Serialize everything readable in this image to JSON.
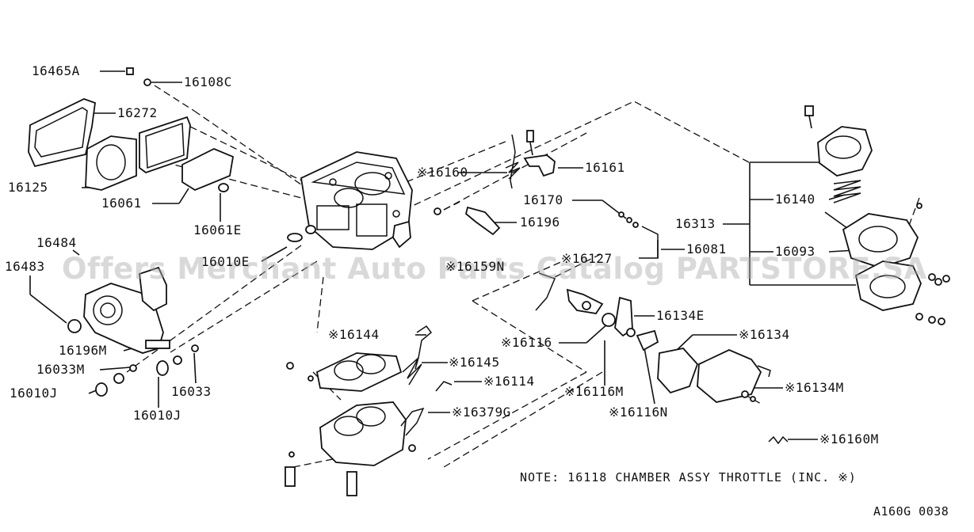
{
  "labels": {
    "p16465A": "16465A",
    "p16108C": "16108C",
    "p16272": "16272",
    "p16125": "16125",
    "p16061": "16061",
    "p16061E": "16061E",
    "p16484": "16484",
    "p16483": "16483",
    "p16010E": "16010E",
    "p16196M": "16196M",
    "p16033M": "16033M",
    "p16010J_a": "16010J",
    "p16010J_b": "16010J",
    "p16033": "16033",
    "p16160": "※16160",
    "p16161": "16161",
    "p16170": "16170",
    "p16196": "16196",
    "p16081": "16081",
    "p16140": "16140",
    "p16313": "16313",
    "p16093": "16093",
    "p16159N": "※16159N",
    "p16127": "※16127",
    "p16134E": "16134E",
    "p16116": "※16116",
    "p16134": "※16134",
    "p16144": "※16144",
    "p16145": "※16145",
    "p16114": "※16114",
    "p16116M": "※16116M",
    "p16134M": "※16134M",
    "p16379G": "※16379G",
    "p16116N": "※16116N",
    "p16160M": "※16160M"
  },
  "note": "NOTE: 16118 CHAMBER ASSY THROTTLE (INC. ※)",
  "diagram_code": "A160G 0038",
  "watermark": "Offers Merchant Auto Parts Catalog PARTSTORE.SA"
}
